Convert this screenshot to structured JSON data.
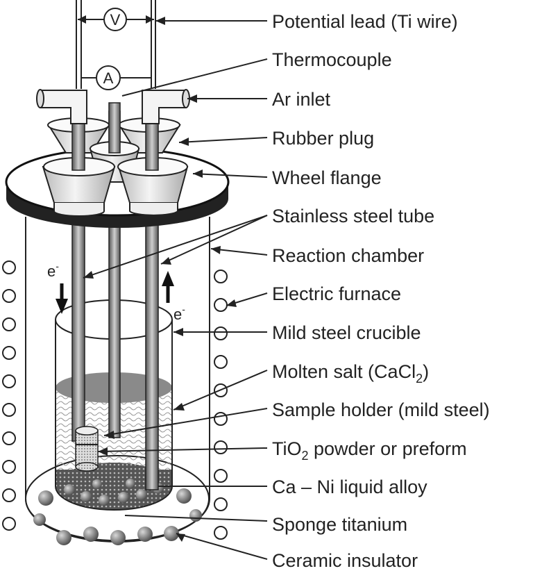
{
  "labels": {
    "potential_lead": "Potential lead (Ti wire)",
    "thermocouple": "Thermocouple",
    "ar_inlet": "Ar inlet",
    "rubber_plug": "Rubber plug",
    "wheel_flange": "Wheel flange",
    "stainless_tube": "Stainless steel tube",
    "reaction_chamber": "Reaction chamber",
    "electric_furnace": "Electric furnace",
    "crucible": "Mild steel crucible",
    "molten_salt": {
      "before": "Molten salt (CaCl",
      "sub": "2",
      "after": ")"
    },
    "sample_holder": "Sample holder (mild steel)",
    "tio2": {
      "before": "TiO",
      "sub": "2",
      "after": " powder or preform"
    },
    "ca_ni": "Ca – Ni liquid alloy",
    "sponge_ti": "Sponge titanium",
    "ceramic": "Ceramic insulator"
  },
  "symbols": {
    "voltmeter": "V",
    "ammeter": "A",
    "electron_left": "e",
    "electron_right": "e",
    "electron_sup": "-"
  }
}
